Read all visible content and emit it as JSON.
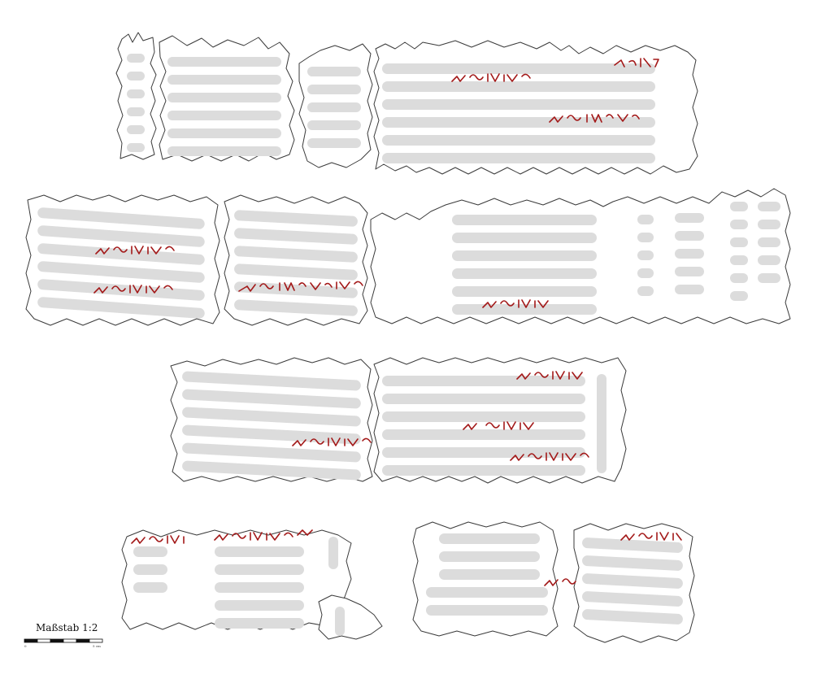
{
  "scale_bar": {
    "label": "Maßstab 1:2",
    "tick_start": "0",
    "tick_end": "5 cm",
    "segments": 6
  },
  "colors": {
    "outline": "#3a3a3a",
    "text_line": "#dcdcdc",
    "rubric": "#a31919"
  }
}
